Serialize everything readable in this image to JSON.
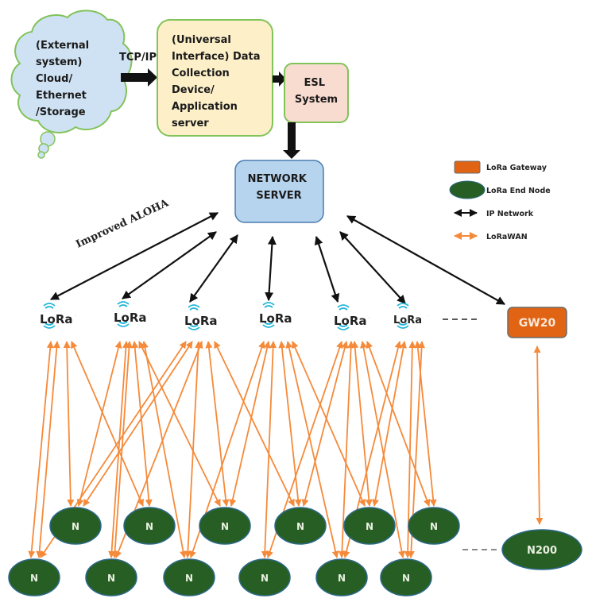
{
  "external_system": {
    "lines": [
      "(External",
      "system)",
      "Cloud/",
      "Ethernet",
      "/Storage"
    ]
  },
  "link_label": "TCP/IP",
  "data_collection": {
    "lines": [
      "(Universal",
      "Interface) Data",
      "Collection",
      "Device/",
      "Application",
      "server"
    ]
  },
  "esl_system": {
    "lines": [
      "ESL",
      "System"
    ]
  },
  "network_server": {
    "lines": [
      "NETWORK",
      "SERVER"
    ]
  },
  "protocol_label": "Improved ALOHA",
  "gateways": [
    {
      "label": "LoRa"
    },
    {
      "label": "LoRa"
    },
    {
      "label": "LoRa"
    },
    {
      "label": "LoRa"
    },
    {
      "label": "LoRa"
    },
    {
      "label": "LoRa"
    }
  ],
  "gateway_last": {
    "label": "GW20"
  },
  "nodes_row1": [
    {
      "label": "N"
    },
    {
      "label": "N"
    },
    {
      "label": "N"
    },
    {
      "label": "N"
    },
    {
      "label": "N"
    },
    {
      "label": "N"
    }
  ],
  "nodes_row2": [
    {
      "label": "N"
    },
    {
      "label": "N"
    },
    {
      "label": "N"
    },
    {
      "label": "N"
    },
    {
      "label": "N"
    },
    {
      "label": "N"
    }
  ],
  "node_last": {
    "label": "N200"
  },
  "legend": {
    "items": [
      {
        "label": "LoRa Gateway",
        "symbol": "orange-box"
      },
      {
        "label": "LoRa End Node",
        "symbol": "green-ellipse"
      },
      {
        "label": "IP Network",
        "symbol": "black-double-arrow"
      },
      {
        "label": "LoRaWAN",
        "symbol": "orange-double-arrow"
      }
    ]
  },
  "colors": {
    "cloud_fill": "#cfe2f3",
    "cloud_stroke": "#82c35a",
    "dc_fill": "#fdefc8",
    "dc_stroke": "#82c35a",
    "esl_fill": "#f9dcd0",
    "esl_stroke": "#82c35a",
    "ns_fill": "#b7d4ee",
    "ns_stroke": "#4a7bb0",
    "gateway_fill": "#e06414",
    "node_fill": "#275e24",
    "ip_arrow": "#111111",
    "lorawan_arrow": "#f58a3a",
    "lora_icon": "#22b5d8"
  }
}
